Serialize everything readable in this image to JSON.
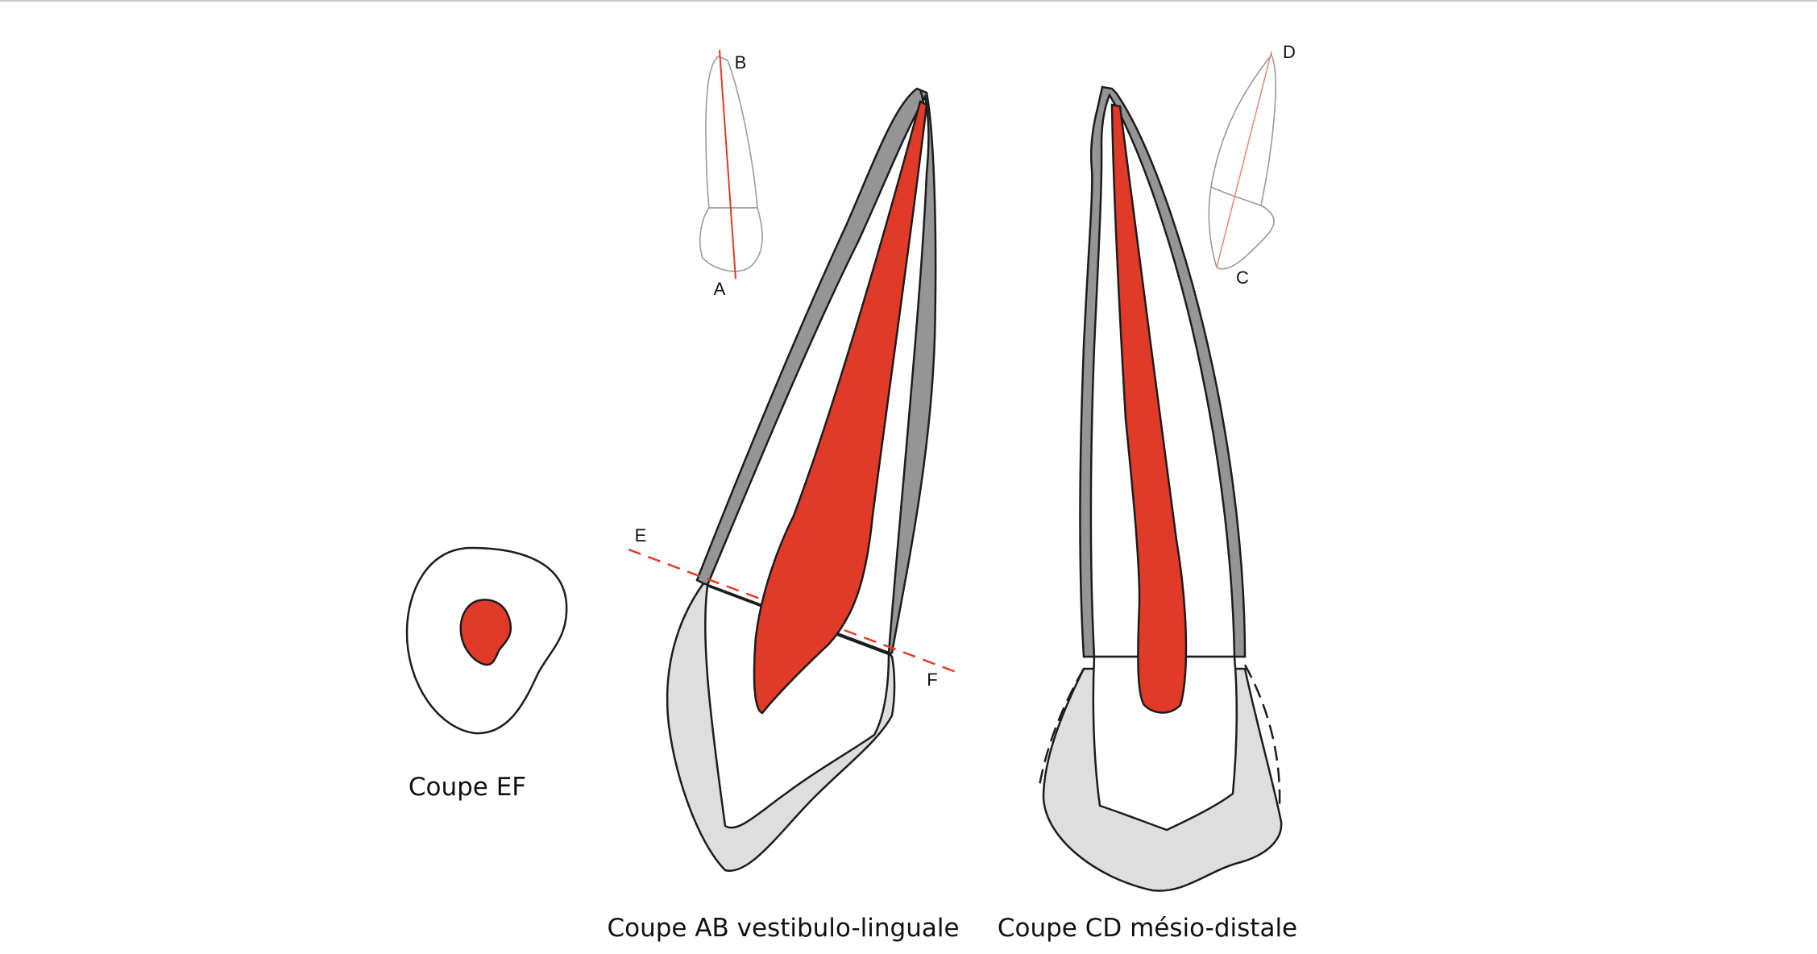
{
  "colors": {
    "pulp": "#e23a28",
    "enamel_dentin_band": "#959595",
    "root_cementum": "#dedede",
    "outline": "#1c1c1c",
    "section_line": "#e23a28",
    "background": "#ffffff"
  },
  "captions": {
    "section_ef": "Coupe EF",
    "section_ab": "Coupe AB vestibulo-linguale",
    "section_cd": "Coupe CD mésio-distale"
  },
  "points": {
    "a": "A",
    "b": "B",
    "c": "C",
    "d": "D",
    "e": "E",
    "f": "F"
  }
}
